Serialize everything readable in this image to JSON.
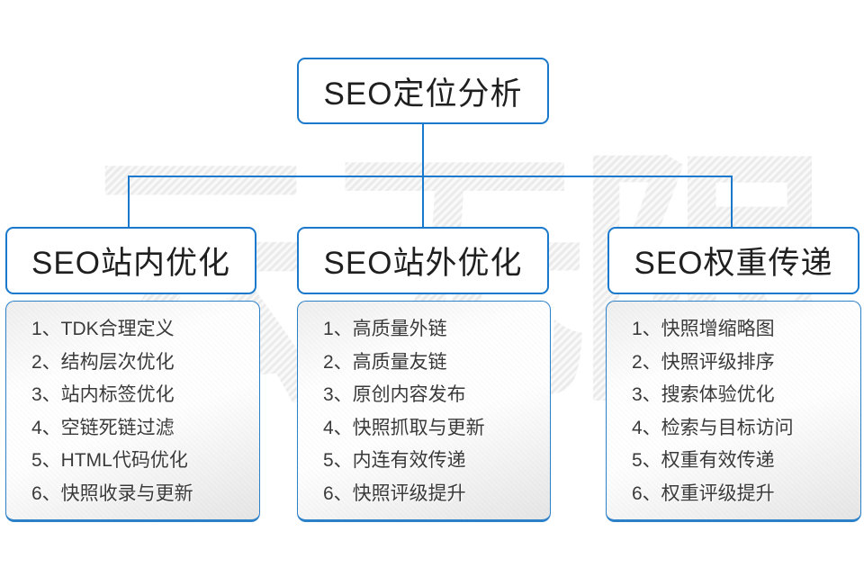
{
  "diagram": {
    "watermark": "云无限",
    "root": {
      "title": "SEO定位分析"
    },
    "columns": [
      {
        "title": "SEO站内优化",
        "items": [
          "1、TDK合理定义",
          "2、结构层次优化",
          "3、站内标签优化",
          "4、空链死链过滤",
          "5、HTML代码优化",
          "6、快照收录与更新"
        ]
      },
      {
        "title": "SEO站外优化",
        "items": [
          "1、高质量外链",
          "2、高质量友链",
          "3、原创内容发布",
          "4、快照抓取与更新",
          "5、内连有效传递",
          "6、快照评级提升"
        ]
      },
      {
        "title": "SEO权重传递",
        "items": [
          "1、快照增缩略图",
          "2、快照评级排序",
          "3、搜索体验优化",
          "4、检索与目标访问",
          "5、权重有效传递",
          "6、权重评级提升"
        ]
      }
    ],
    "colors": {
      "accent_blue": "#1a79cc",
      "title_text": "#1f1f1f",
      "list_text": "#3a3a3a",
      "watermark_gray": "#ededed"
    }
  }
}
